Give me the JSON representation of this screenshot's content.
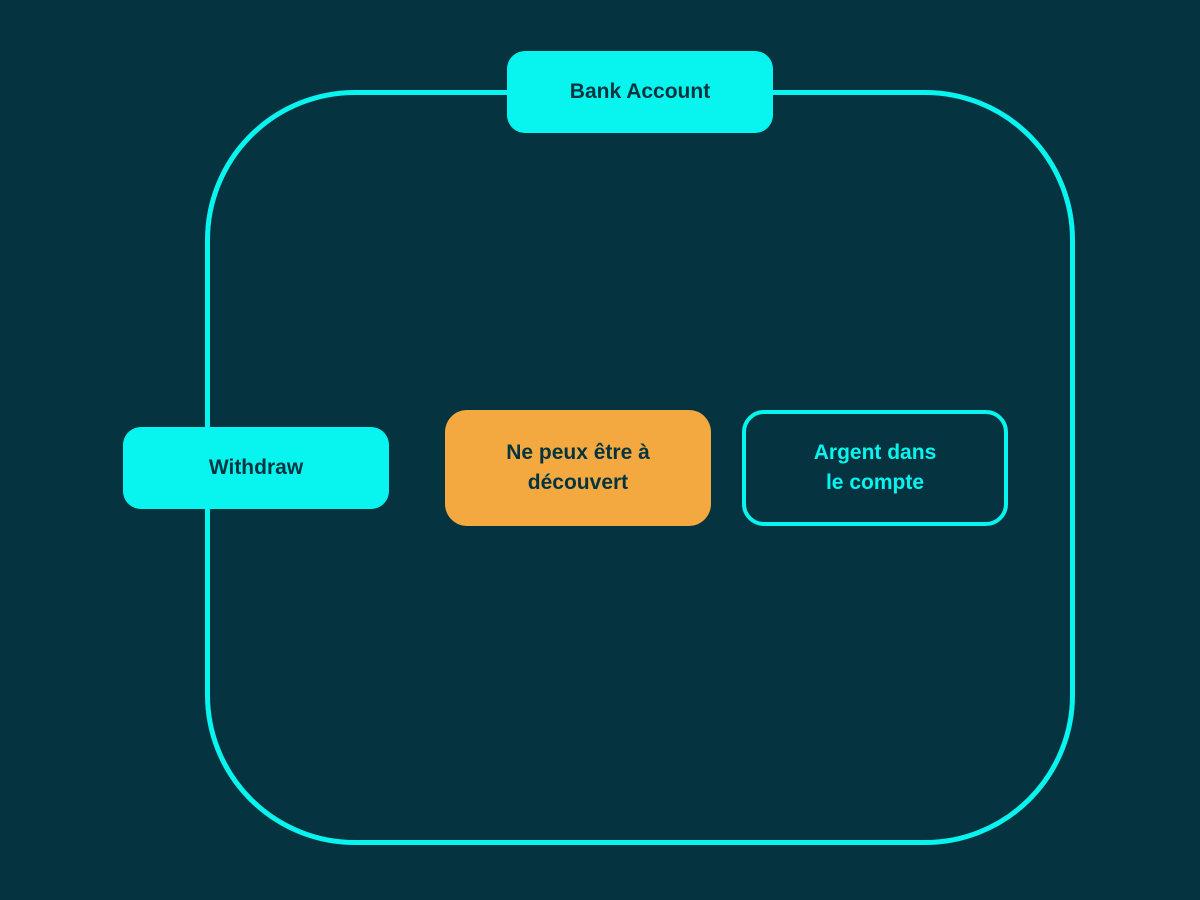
{
  "diagram": {
    "aggregate": {
      "title": "Bank Account"
    },
    "command": {
      "label": "Withdraw"
    },
    "rule": {
      "label": "Ne peux être à\ndécouvert"
    },
    "state": {
      "label": "Argent dans\nle compte"
    }
  },
  "colors": {
    "background": "#053440",
    "accent": "#08f4ee",
    "rule": "#f3a93f"
  }
}
